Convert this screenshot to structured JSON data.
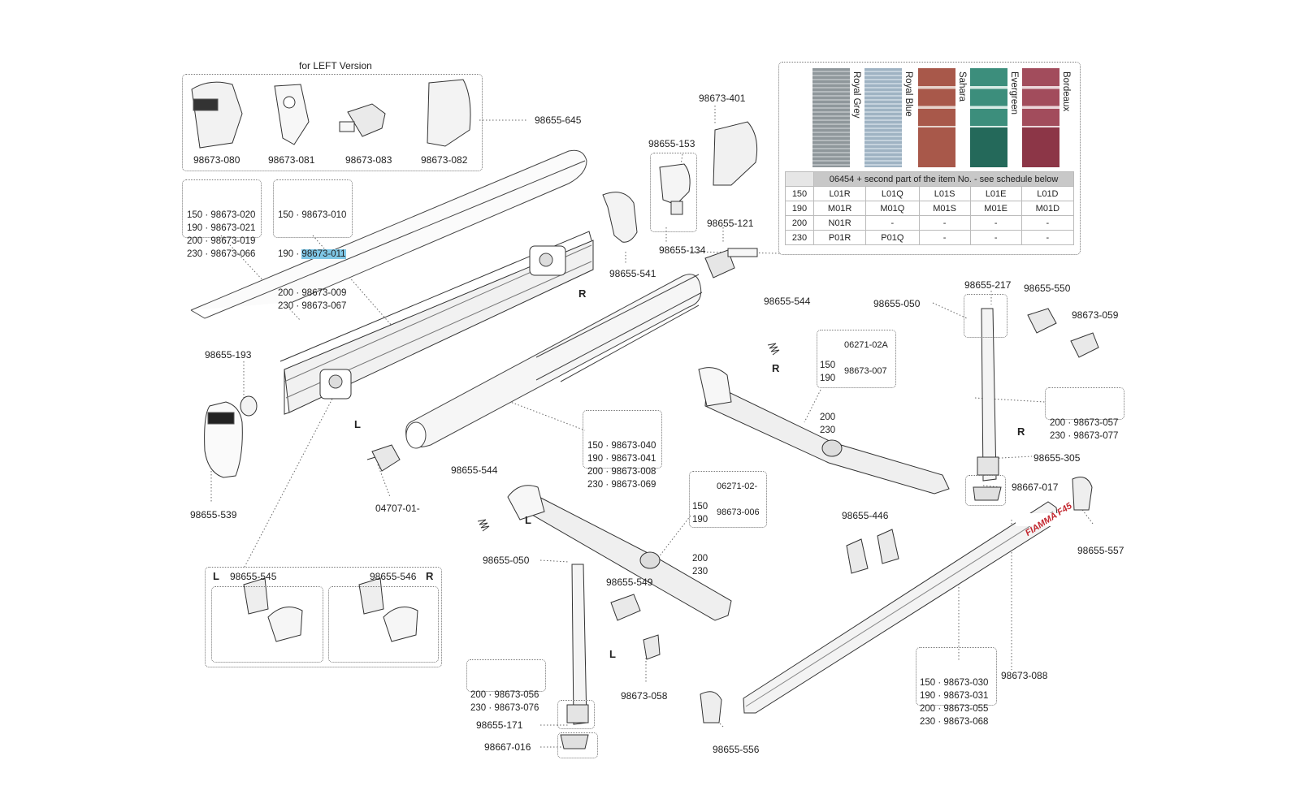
{
  "left_version": {
    "title": "for LEFT Version",
    "parts": [
      "98673-080",
      "98673-081",
      "98673-083",
      "98673-082"
    ],
    "ref": "98655-645"
  },
  "boxes": {
    "top_cover": [
      "150 · 98673-020",
      "190 · 98673-021",
      "200 · 98673-019",
      "230 · 98673-066"
    ],
    "top_profile_pre": [
      "150 · 98673-010",
      "190 · "
    ],
    "top_profile_hl": "98673-011",
    "top_profile_post": [
      "200 · 98673-009",
      "230 · 98673-067"
    ],
    "roller_tube": [
      "150 · 98673-040",
      "190 · 98673-041",
      "200 · 98673-008",
      "230 · 98673-069"
    ],
    "arm_L": {
      "sizes_a": [
        "150",
        "190"
      ],
      "code_a": "06271-02-",
      "sizes_b": [
        "200",
        "230"
      ],
      "code_b": "98673-006"
    },
    "arm_R": {
      "sizes_a": [
        "150",
        "190"
      ],
      "code_a": "06271-02A",
      "sizes_b": [
        "200",
        "230"
      ],
      "code_b": "98673-007"
    },
    "leg_R": [
      "200 · 98673-057",
      "230 · 98673-077"
    ],
    "leg_L": [
      "200 · 98673-056",
      "230 · 98673-076"
    ],
    "front_bar": [
      "150 · 98673-030",
      "190 · 98673-031",
      "200 · 98673-055",
      "230 · 98673-068"
    ]
  },
  "labels": {
    "p98673_401": "98673-401",
    "p98655_153": "98655-153",
    "p98655_134": "98655-134",
    "p98655_121": "98655-121",
    "p98655_541": "98655-541",
    "p98655_193": "98655-193",
    "p98655_539": "98655-539",
    "p04707": "04707-01-",
    "p98655_544a": "98655-544",
    "p98655_544b": "98655-544",
    "p98655_217": "98655-217",
    "p98655_050a": "98655-050",
    "p98655_550": "98655-550",
    "p98673_059": "98673-059",
    "p98655_305": "98655-305",
    "p98667_017": "98667-017",
    "p98655_557": "98655-557",
    "p98655_446": "98655-446",
    "p98655_050b": "98655-050",
    "p98655_549": "98655-549",
    "p98673_058": "98673-058",
    "p98655_171": "98655-171",
    "p98667_016": "98667-016",
    "p98655_556": "98655-556",
    "p98673_088": "98673-088",
    "p98655_545": "98655-545",
    "p98655_546": "98655-546"
  },
  "side_letters": {
    "R1": "R",
    "L1": "L",
    "R2": "R",
    "L2": "L",
    "R3": "R",
    "L3": "L",
    "L4": "L",
    "R4": "R"
  },
  "fabric": {
    "swatches": [
      {
        "name": "Royal Grey",
        "color": "#9aa2a6"
      },
      {
        "name": "Royal Blue",
        "color": "#a9bccb"
      },
      {
        "name": "Sahara",
        "color": "#a8584a"
      },
      {
        "name": "Evergreen",
        "color": "#3c8e7c"
      },
      {
        "name": "Bordeaux",
        "color": "#a24c5c"
      }
    ],
    "header": "06454 + second part of the item No. - see schedule below",
    "rows": [
      {
        "size": "150",
        "codes": [
          "L01R",
          "L01Q",
          "L01S",
          "L01E",
          "L01D"
        ]
      },
      {
        "size": "190",
        "codes": [
          "M01R",
          "M01Q",
          "M01S",
          "M01E",
          "M01D"
        ]
      },
      {
        "size": "200",
        "codes": [
          "N01R",
          "-",
          "-",
          "-",
          "-"
        ]
      },
      {
        "size": "230",
        "codes": [
          "P01R",
          "P01Q",
          "-",
          "-",
          "-"
        ]
      }
    ]
  },
  "brand": "FIAMMA",
  "model": "F45"
}
